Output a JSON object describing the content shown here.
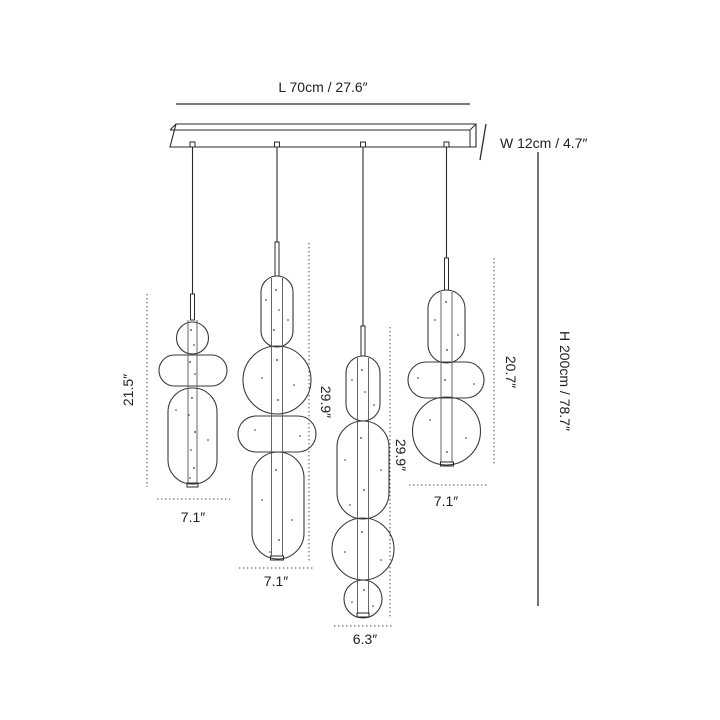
{
  "dimensions": {
    "length": "L 70cm / 27.6″",
    "width": "W 12cm / 4.7″",
    "height": "H 200cm / 78.7″"
  },
  "pendants": [
    {
      "height_label": "21.5″",
      "width_label": "7.1″"
    },
    {
      "height_label": "29.9″",
      "width_label": "7.1″"
    },
    {
      "height_label": "29.9″",
      "width_label": "6.3″"
    },
    {
      "height_label": "20.7″",
      "width_label": "7.1″"
    }
  ],
  "colors": {
    "line": "#2a2a2a",
    "text": "#222222",
    "background": "#ffffff"
  }
}
